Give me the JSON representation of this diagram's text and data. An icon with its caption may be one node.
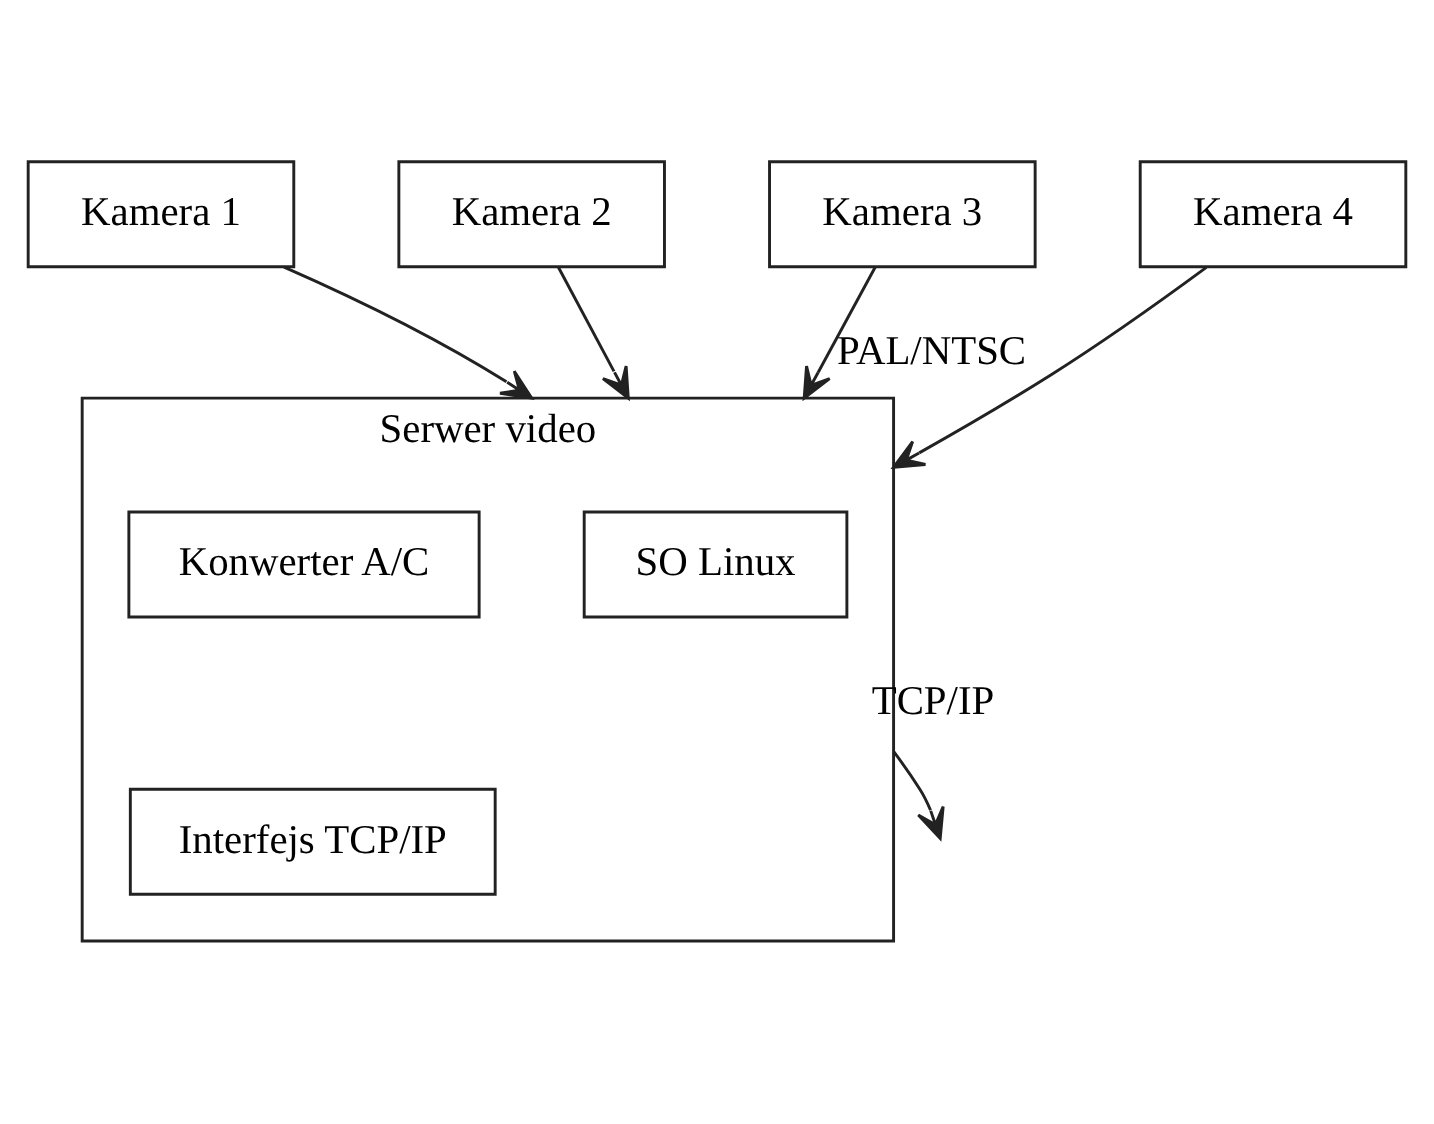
{
  "diagram": {
    "nodes": [
      {
        "text": [
          "Kamera 1"
        ]
      },
      {
        "text": [
          "Kamera 2"
        ]
      },
      {
        "text": [
          "Kamera 3"
        ]
      },
      {
        "text": [
          "Kamera 4"
        ]
      },
      {
        "text": [
          "Serwer video"
        ]
      },
      {
        "text": [
          "SO Linux"
        ],
        "in": 4
      },
      {
        "text": [
          "Konwerter A/C"
        ],
        "in": 4
      },
      {
        "text": [
          "Interfejs TCP/IP"
        ],
        "in": 4
      }
    ],
    "edges": [
      {
        "from": 0,
        "to": 4,
        "arrow": "to"
      },
      {
        "from": 1,
        "to": 4,
        "arrow": "to"
      },
      {
        "from": 2,
        "to": 4,
        "arrow": "to",
        "label": "PAL/NTSC"
      },
      {
        "from": 3,
        "to": 4,
        "arrow": "to"
      },
      {
        "from": 4,
        "to": null,
        "arrow": "to",
        "label": "TCP/IP"
      }
    ]
  }
}
